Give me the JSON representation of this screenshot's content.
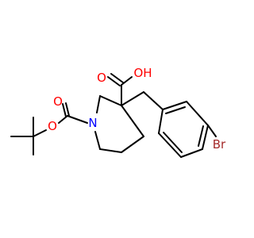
{
  "colors": {
    "background": "#ffffff",
    "bond": "#000000",
    "oxygen": "#ff0000",
    "nitrogen": "#0000ff",
    "bromine": "#a52a2a"
  },
  "atoms": {
    "acid_hydroxyl": "OH",
    "acid_carbonyl_oxygen": "O",
    "ring_nitrogen": "N",
    "ester_oxygen": "O",
    "boc_carbonyl_oxygen": "O",
    "bromine": "Br"
  }
}
